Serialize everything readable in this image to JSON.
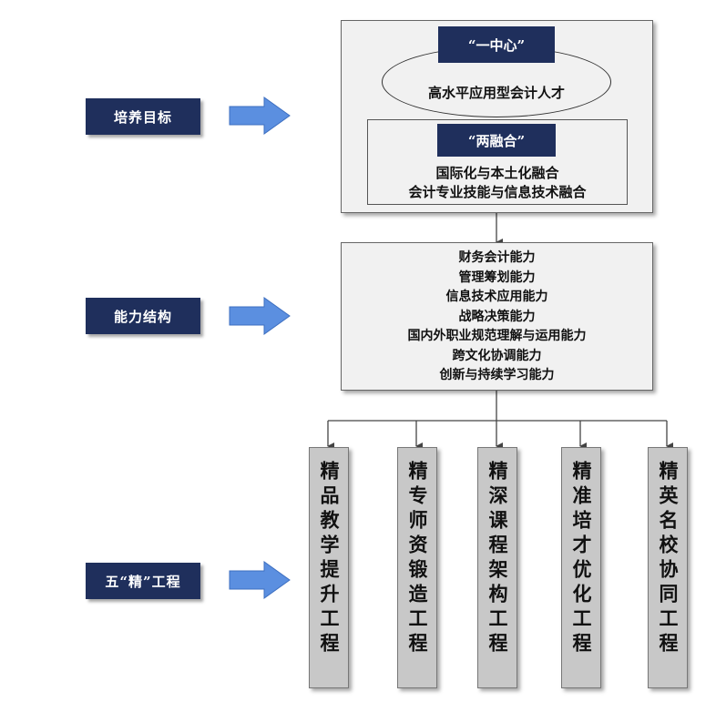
{
  "labels": {
    "goal": "培养目标",
    "ability": "能力结构",
    "five": "五“精”工程"
  },
  "goal_panel": {
    "center_tag": "“一中心”",
    "center_text": "高水平应用型会计人才",
    "fusion_tag": "“两融合”",
    "fusion_lines": [
      "国际化与本土化融合",
      "会计专业技能与信息技术融合"
    ]
  },
  "abilities": [
    "财务会计能力",
    "管理筹划能力",
    "信息技术应用能力",
    "战略决策能力",
    "国内外职业规范理解与运用能力",
    "跨文化协调能力",
    "创新与持续学习能力"
  ],
  "projects": [
    "精品教学提升工程",
    "精专师资锻造工程",
    "精深课程架构工程",
    "精准培才优化工程",
    "精英名校协同工程"
  ],
  "colors": {
    "navy": "#1f2f5c",
    "arrow_fill": "#5b8fe0",
    "panel": "#f1f1f1",
    "pillar": "#c8c8c8"
  }
}
